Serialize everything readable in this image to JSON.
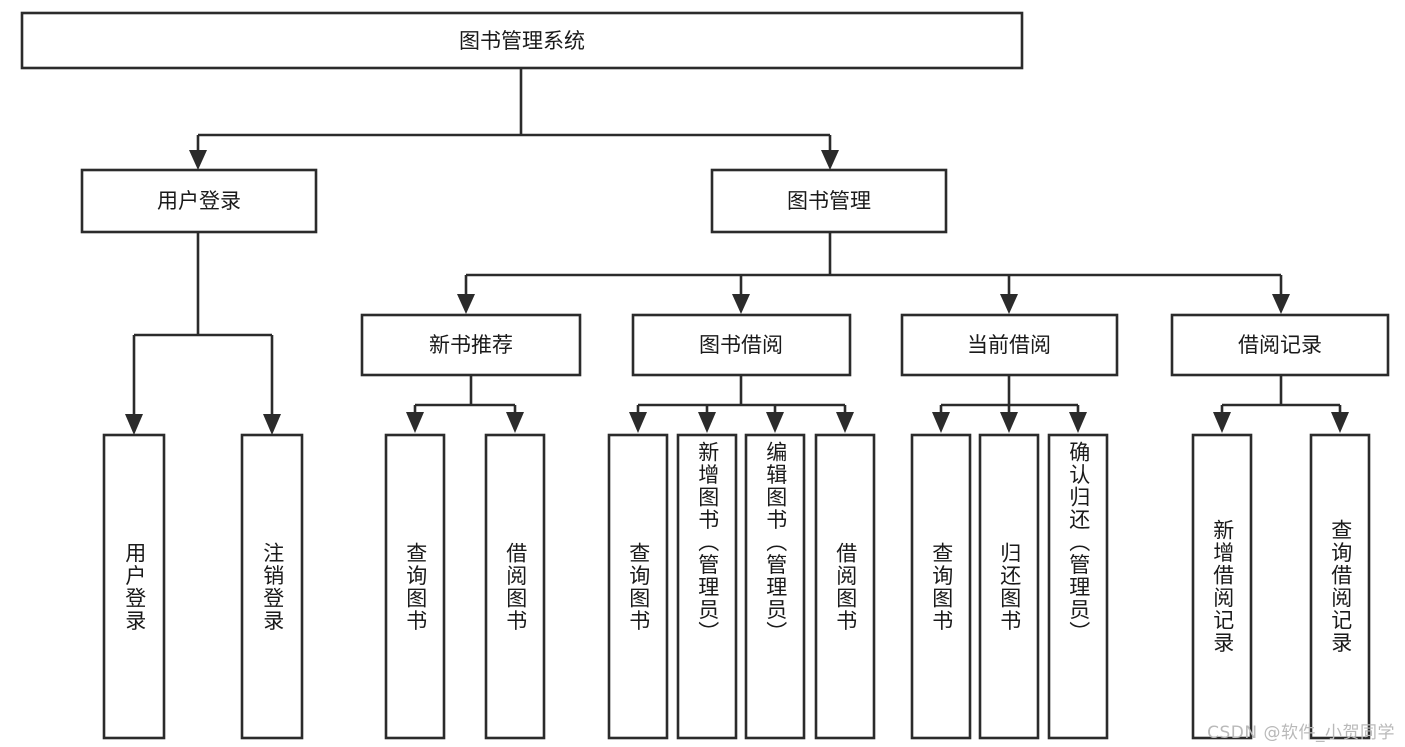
{
  "diagram": {
    "title": "图书管理系统",
    "type": "tree",
    "orientation": "top-down",
    "root": {
      "id": "root",
      "label": "图书管理系统",
      "text_direction": "horizontal"
    },
    "level2": [
      {
        "id": "user-login",
        "label": "用户登录",
        "text_direction": "horizontal"
      },
      {
        "id": "book-management",
        "label": "图书管理",
        "text_direction": "horizontal"
      }
    ],
    "level3": [
      {
        "id": "new-book-recommend",
        "label": "新书推荐",
        "text_direction": "horizontal",
        "parent": "book-management"
      },
      {
        "id": "book-borrow",
        "label": "图书借阅",
        "text_direction": "horizontal",
        "parent": "book-management"
      },
      {
        "id": "current-borrow",
        "label": "当前借阅",
        "text_direction": "horizontal",
        "parent": "book-management"
      },
      {
        "id": "borrow-record",
        "label": "借阅记录",
        "text_direction": "horizontal",
        "parent": "book-management"
      }
    ],
    "leaves": [
      {
        "id": "leaf-user-login",
        "label": "用户登录",
        "parent": "user-login",
        "text_direction": "vertical"
      },
      {
        "id": "leaf-logout",
        "label": "注销登录",
        "parent": "user-login",
        "text_direction": "vertical"
      },
      {
        "id": "leaf-query-books-1",
        "label": "查询图书",
        "parent": "new-book-recommend",
        "text_direction": "vertical"
      },
      {
        "id": "leaf-borrow-books-1",
        "label": "借阅图书",
        "parent": "new-book-recommend",
        "text_direction": "vertical"
      },
      {
        "id": "leaf-query-books-2",
        "label": "查询图书",
        "parent": "book-borrow",
        "text_direction": "vertical"
      },
      {
        "id": "leaf-add-book-admin",
        "label": "新增图书（管理员）",
        "parent": "book-borrow",
        "text_direction": "vertical"
      },
      {
        "id": "leaf-edit-book-admin",
        "label": "编辑图书（管理员）",
        "parent": "book-borrow",
        "text_direction": "vertical"
      },
      {
        "id": "leaf-borrow-books-2",
        "label": "借阅图书",
        "parent": "book-borrow",
        "text_direction": "vertical"
      },
      {
        "id": "leaf-query-books-3",
        "label": "查询图书",
        "parent": "current-borrow",
        "text_direction": "vertical"
      },
      {
        "id": "leaf-return-books",
        "label": "归还图书",
        "parent": "current-borrow",
        "text_direction": "vertical"
      },
      {
        "id": "leaf-confirm-return-admin",
        "label": "确认归还（管理员）",
        "parent": "current-borrow",
        "text_direction": "vertical"
      },
      {
        "id": "leaf-add-borrow-record",
        "label": "新增借阅记录",
        "parent": "borrow-record",
        "text_direction": "vertical"
      },
      {
        "id": "leaf-query-borrow-record",
        "label": "查询借阅记录",
        "parent": "borrow-record",
        "text_direction": "vertical"
      }
    ],
    "colors": {
      "box_stroke": "#2b2b2b",
      "box_fill": "#ffffff",
      "connector": "#2b2b2b",
      "text": "#1a1a1a",
      "background": "#ffffff",
      "watermark": "#b9b9b9"
    }
  },
  "watermark": {
    "text": "CSDN @软件_小贺同学"
  }
}
